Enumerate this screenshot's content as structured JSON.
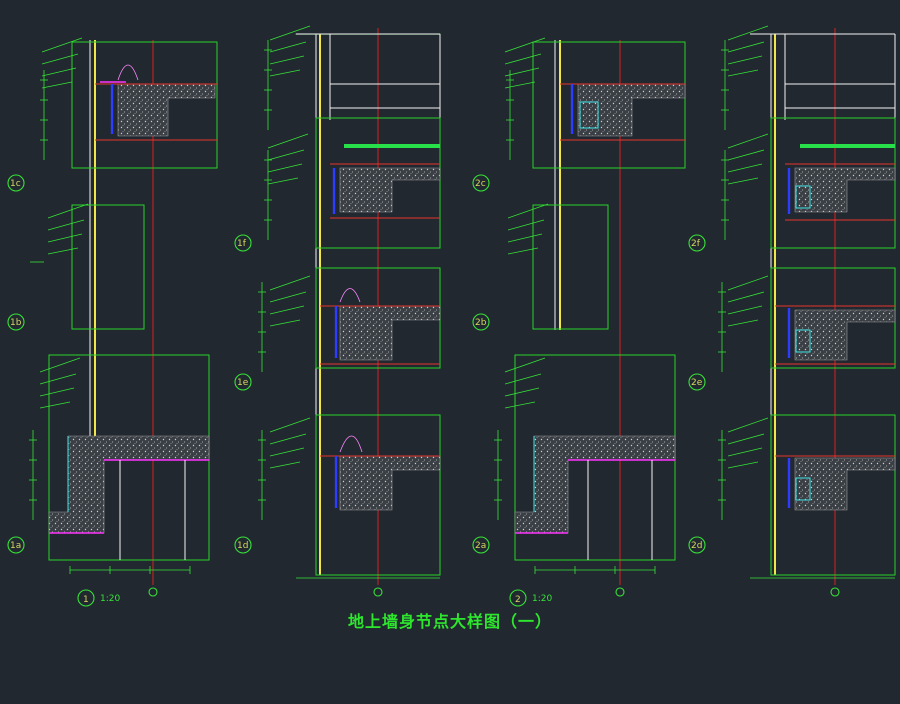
{
  "title": "地上墙身节点大样图（一）",
  "drawing_labels": {
    "d1": "1",
    "d2": "2",
    "scale_1": "1:20",
    "scale_2": "1:20"
  },
  "detail_tags": {
    "c1c": "1c",
    "c1b": "1b",
    "c1a": "1a",
    "c1f": "1f",
    "c1e": "1e",
    "c1d": "1d",
    "c2c": "2c",
    "c2b": "2b",
    "c2a": "2a",
    "c2f": "2f",
    "c2e": "2e",
    "c2d": "2d"
  },
  "colors": {
    "background": "#212830",
    "frame": "#28d428",
    "axis": "#d82020",
    "title": "#2ee62e",
    "glass": "#f0e64a",
    "insulation": "#2d3cff"
  }
}
